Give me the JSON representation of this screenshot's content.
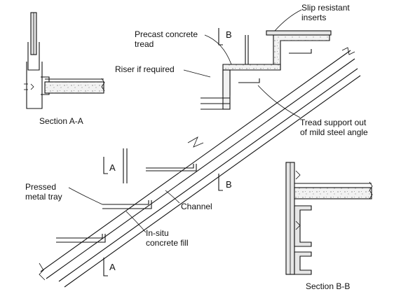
{
  "labels": {
    "slip_resistant": [
      "Slip resistant",
      "inserts"
    ],
    "precast_tread": [
      "Precast concrete",
      "tread"
    ],
    "riser": "Riser if required",
    "tread_support": [
      "Tread support out",
      "of mild steel angle"
    ],
    "pressed_tray": [
      "Pressed",
      "metal tray"
    ],
    "channel": "Channel",
    "insitu_fill": [
      "In-situ",
      "concrete fill"
    ],
    "section_aa": "Section A-A",
    "section_bb": "Section B-B"
  },
  "section_marks": {
    "b_top": "B",
    "b_bottom": "B",
    "a_top": "A",
    "a_bottom": "A"
  }
}
